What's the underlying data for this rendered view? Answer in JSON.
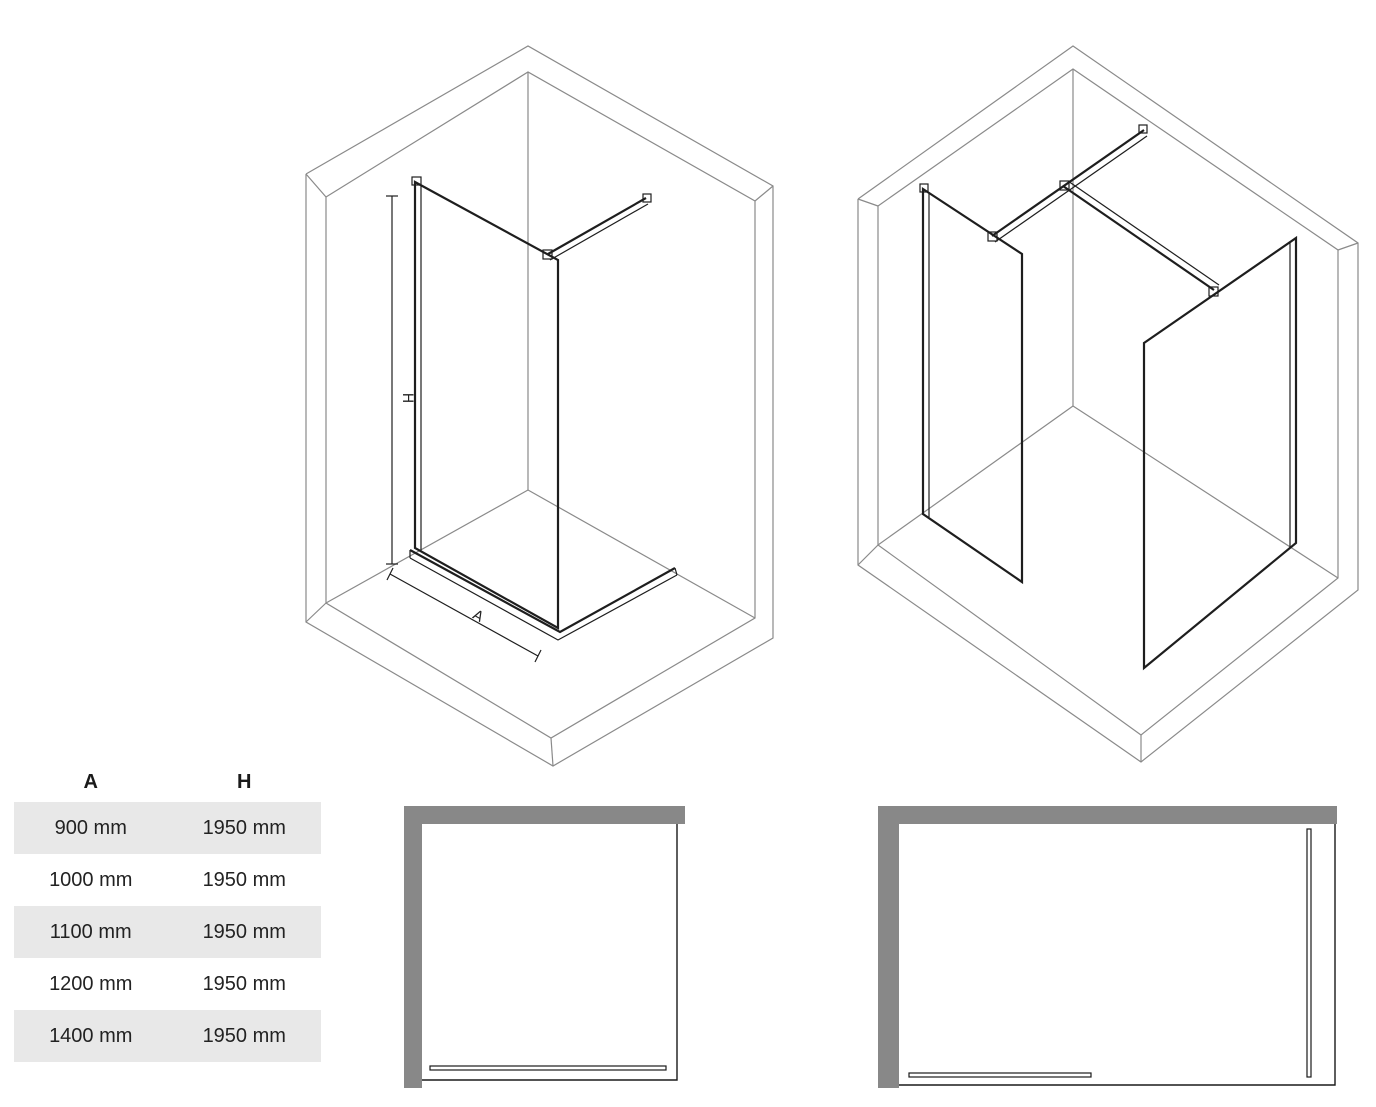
{
  "dimension_labels": {
    "height": "H",
    "width": "A"
  },
  "size_table": {
    "headers": [
      "A",
      "H"
    ],
    "rows": [
      {
        "a": "900 mm",
        "h": "1950 mm"
      },
      {
        "a": "1000 mm",
        "h": "1950 mm"
      },
      {
        "a": "1100 mm",
        "h": "1950 mm"
      },
      {
        "a": "1200 mm",
        "h": "1950 mm"
      },
      {
        "a": "1400 mm",
        "h": "1950 mm"
      }
    ]
  },
  "colors": {
    "wall_plan": "#888888",
    "table_stripe": "#e8e8e8",
    "outline": "#8a8a8a",
    "glass_frame": "#1e1e1e"
  }
}
